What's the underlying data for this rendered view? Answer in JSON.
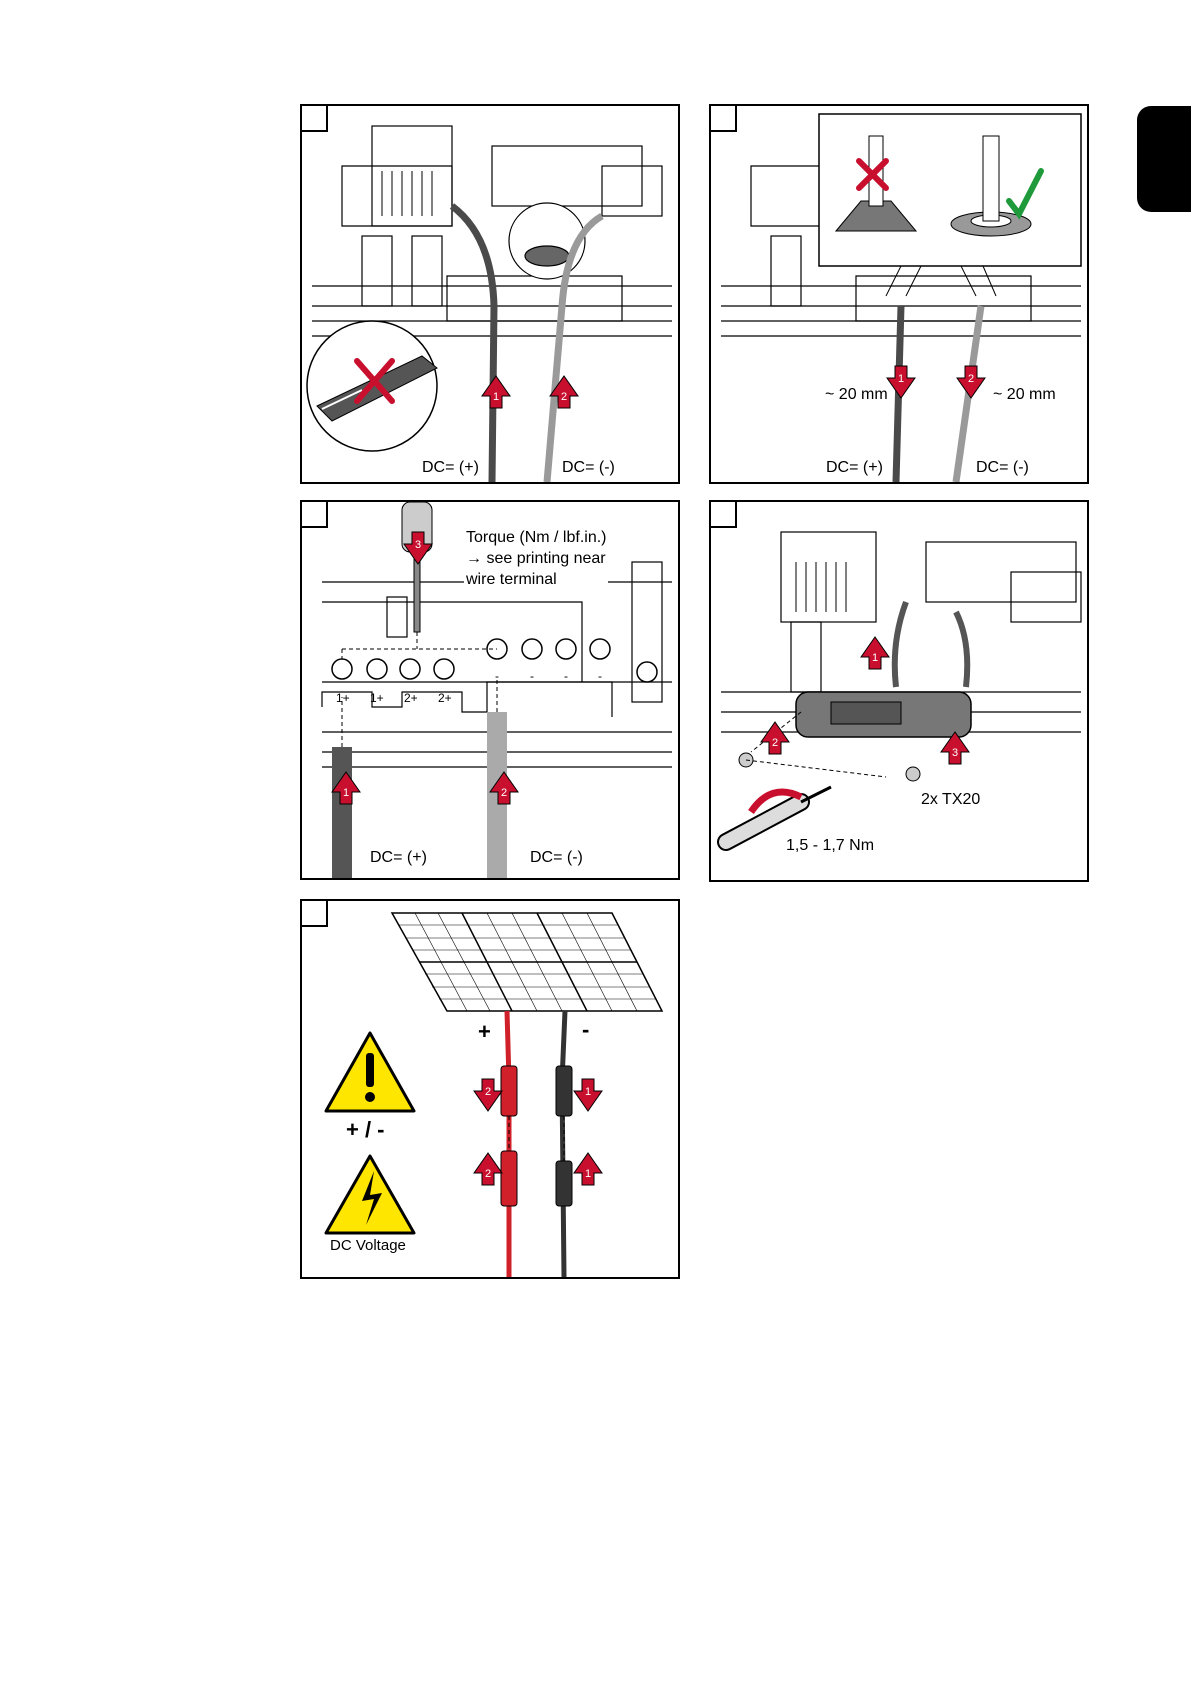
{
  "page_tab": {
    "color": "#000000"
  },
  "steps": [
    {
      "id": 1,
      "labels": {
        "dc_plus": "DC= (+)",
        "dc_minus": "DC= (-)"
      },
      "arrows": [
        "1",
        "2"
      ]
    },
    {
      "id": 2,
      "labels": {
        "length_left": "~ 20 mm",
        "length_right": "~ 20 mm",
        "dc_plus": "DC= (+)",
        "dc_minus": "DC= (-)"
      },
      "arrows": [
        "1",
        "2"
      ],
      "icons": [
        "wrong-x-icon",
        "correct-check-icon"
      ]
    },
    {
      "id": 3,
      "torque_note": "Torque (Nm / lbf.in.)\n→ see printing near\nwire terminal",
      "terminal_labels": [
        "1+",
        "1+",
        "2+",
        "2+",
        "-",
        "-",
        "-",
        "-"
      ],
      "labels": {
        "dc_plus": "DC= (+)",
        "dc_minus": "DC= (-)"
      },
      "arrows": [
        "1",
        "2",
        "3"
      ]
    },
    {
      "id": 4,
      "labels": {
        "screws": "2x TX20",
        "torque": "1,5 - 1,7 Nm"
      },
      "arrows": [
        "1",
        "2",
        "3"
      ]
    },
    {
      "id": 5,
      "labels": {
        "plus": "+",
        "minus": "-",
        "polarity": "+ / -",
        "dc_voltage": "DC Voltage"
      },
      "arrows": [
        "2",
        "1",
        "2",
        "1"
      ],
      "colors": {
        "positive_cable": "#d0202a",
        "negative_cable": "#333333",
        "warning_yellow": "#ffe600",
        "check_green": "#1e9a3a",
        "arrow_red": "#c8102e"
      }
    }
  ]
}
